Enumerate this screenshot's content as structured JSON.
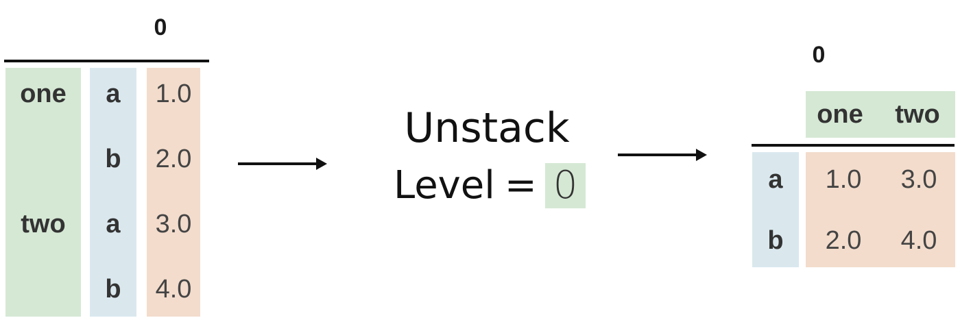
{
  "left_table": {
    "column_header": "0",
    "level0": [
      "one",
      "two"
    ],
    "level1": [
      "a",
      "b",
      "a",
      "b"
    ],
    "values": [
      "1.0",
      "2.0",
      "3.0",
      "4.0"
    ]
  },
  "operation": {
    "title": "Unstack",
    "param_label": "Level",
    "equals": "=",
    "param_value": "0"
  },
  "right_table": {
    "column_header": "0",
    "columns": [
      "one",
      "two"
    ],
    "index": [
      "a",
      "b"
    ],
    "rows": [
      [
        "1.0",
        "3.0"
      ],
      [
        "2.0",
        "4.0"
      ]
    ]
  },
  "colors": {
    "level0_bg": "#d5e8d4",
    "level1_bg": "#dae8ee",
    "value_bg": "#f3dccc",
    "rule": "#111111"
  }
}
